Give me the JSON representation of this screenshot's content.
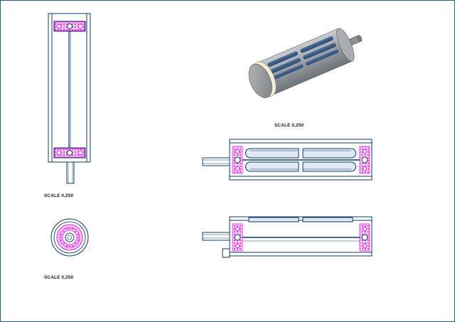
{
  "drawing": {
    "labels": {
      "front_view_scale": "SCALE 0,250",
      "end_view_scale": "SCALE 0,250",
      "iso_view_scale": "SCALE 0,250"
    }
  },
  "colors": {
    "line": "#0d3b66",
    "bearing": "#e020e0",
    "frame": "#2a5d7a"
  }
}
